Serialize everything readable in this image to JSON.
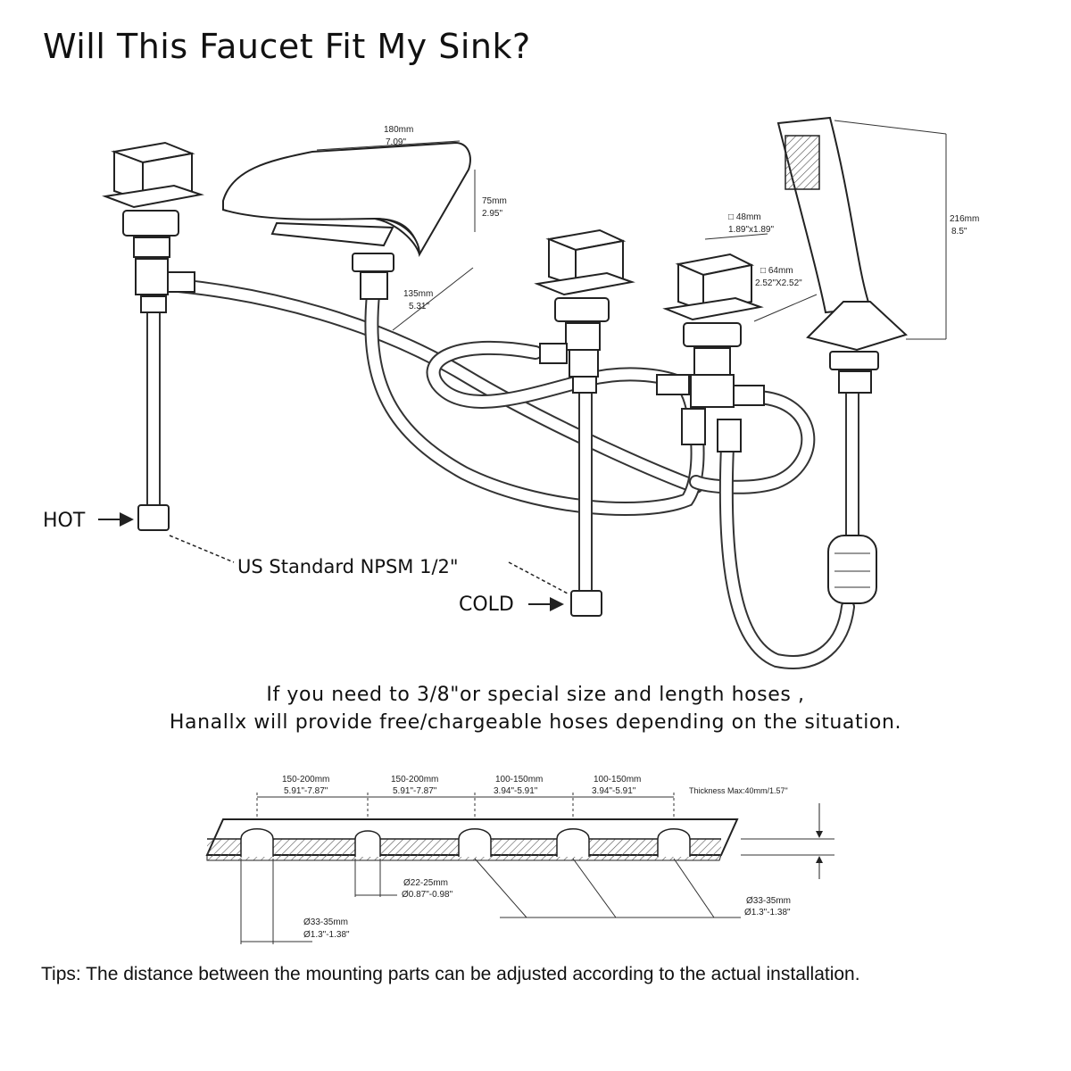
{
  "title": "Will This Faucet Fit My Sink?",
  "faucet": {
    "spout_width_mm": "180mm",
    "spout_width_in": "7.09\"",
    "spout_height_mm": "75mm",
    "spout_height_in": "2.95\"",
    "spout_reach_mm": "135mm",
    "spout_reach_in": "5.31\"",
    "handle_size_mm": "□ 48mm",
    "handle_size_in": "1.89\"x1.89\"",
    "base_size_mm": "□ 64mm",
    "base_size_in": "2.52\"X2.52\"",
    "shower_height_mm": "216mm",
    "shower_height_in": "8.5\"",
    "hot_label": "HOT",
    "cold_label": "COLD",
    "connector_label": "US Standard NPSM 1/2\""
  },
  "note": {
    "line1": "If you need to 3/8\"or special size and length hoses ,",
    "line2": "Hanallx will provide free/chargeable hoses depending on the situation."
  },
  "sink": {
    "spacing": [
      {
        "mm": "150-200mm",
        "in": "5.91\"-7.87\""
      },
      {
        "mm": "150-200mm",
        "in": "5.91\"-7.87\""
      },
      {
        "mm": "100-150mm",
        "in": "3.94\"-5.91\""
      },
      {
        "mm": "100-150mm",
        "in": "3.94\"-5.91\""
      }
    ],
    "thickness": "Thickness Max:40mm/1.57\"",
    "small_hole_mm": "Ø22-25mm",
    "small_hole_in": "Ø0.87\"-0.98\"",
    "large_hole_right_mm": "Ø33-35mm",
    "large_hole_right_in": "Ø1.3\"-1.38\"",
    "large_hole_left_mm": "Ø33-35mm",
    "large_hole_left_in": "Ø1.3\"-1.38\""
  },
  "tips": "Tips: The distance between the mounting parts can be adjusted according to the actual installation."
}
